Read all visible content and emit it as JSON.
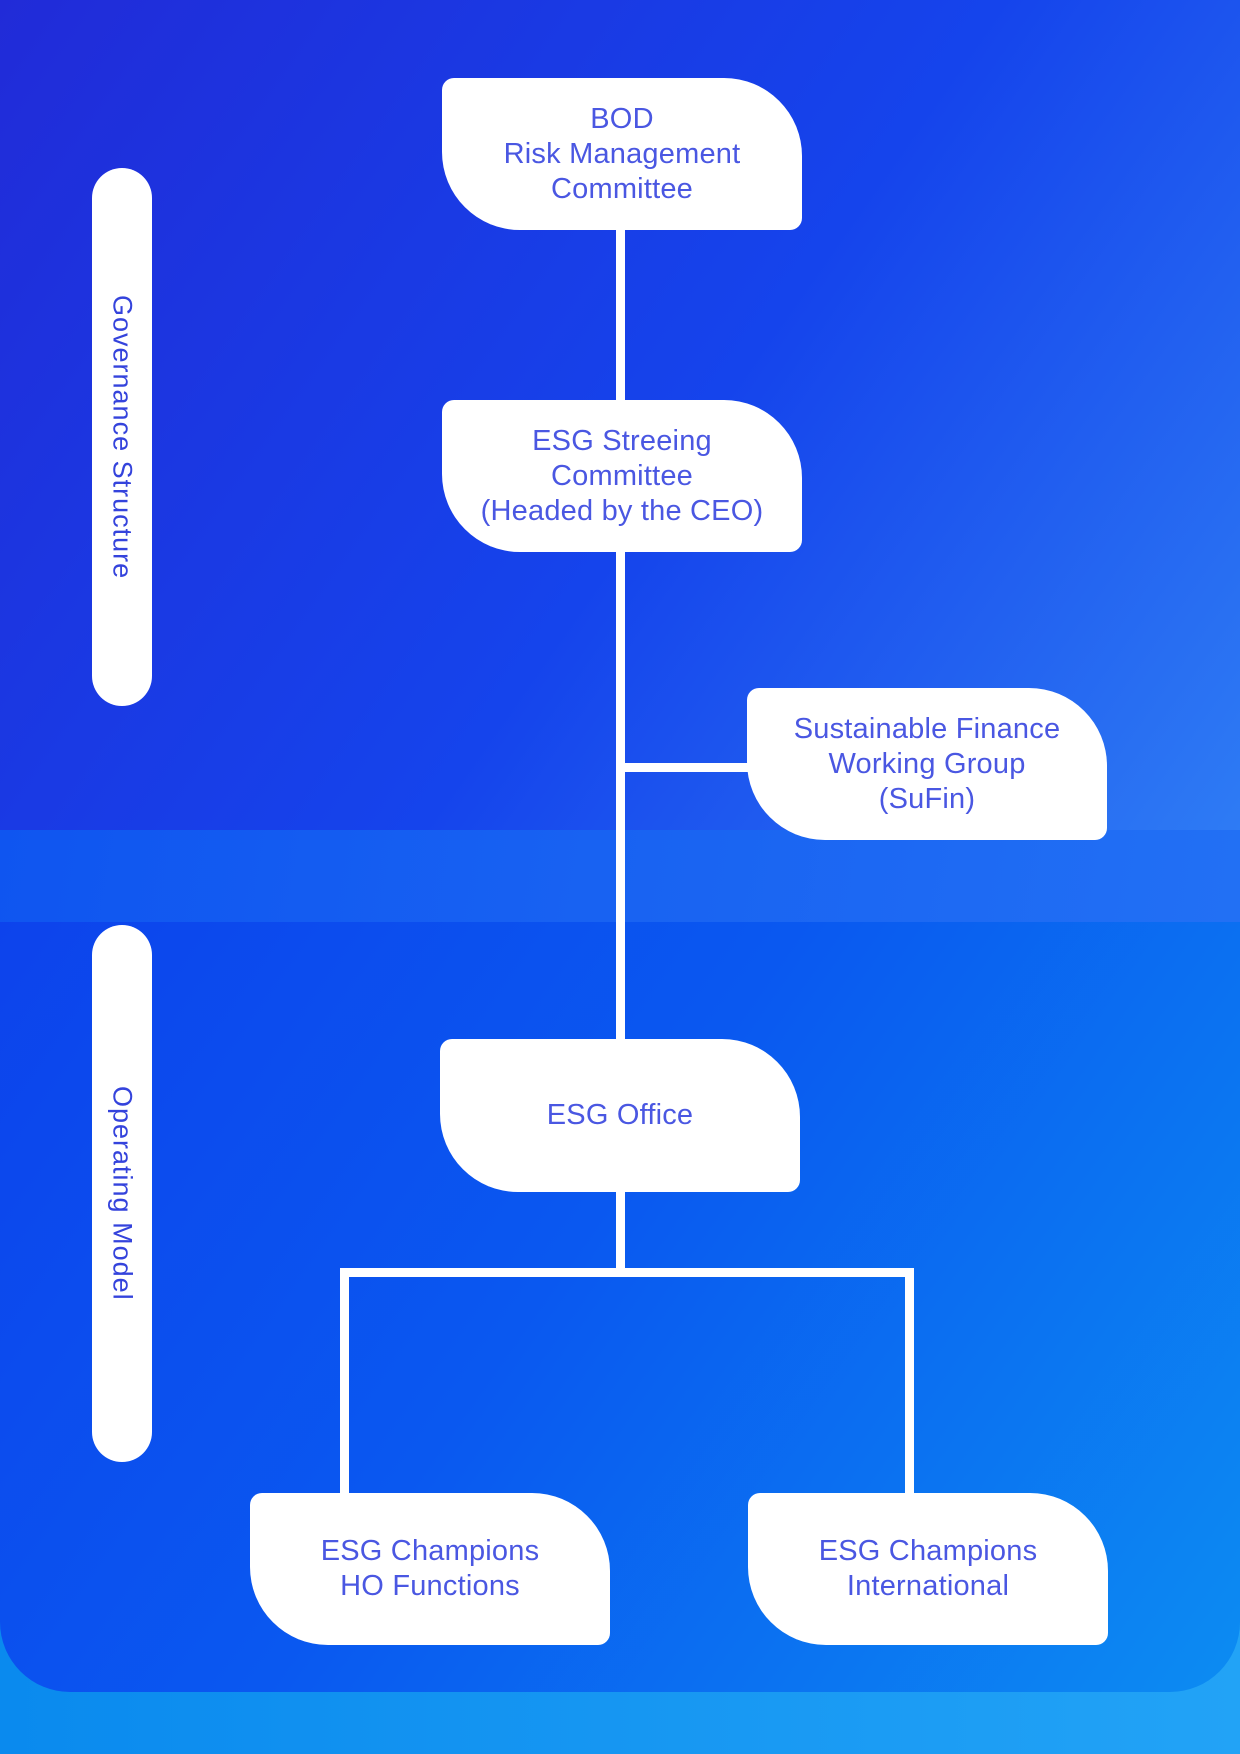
{
  "diagram": {
    "type": "org-chart",
    "edges": [
      [
        "bod",
        "steering"
      ],
      [
        "steering",
        "sufin"
      ],
      [
        "steering",
        "office"
      ],
      [
        "office",
        "champions_ho"
      ],
      [
        "office",
        "champions_intl"
      ]
    ]
  },
  "sections": {
    "governance": {
      "label": "Governance Structure"
    },
    "operating": {
      "label": "Operating Model"
    }
  },
  "nodes": {
    "bod": {
      "line1": "BOD",
      "line2": "Risk Management",
      "line3": "Committee"
    },
    "steering": {
      "line1": "ESG Streeing",
      "line2": "Committee",
      "line3": "(Headed by the CEO)"
    },
    "sufin": {
      "line1": "Sustainable Finance",
      "line2": "Working Group",
      "line3": "(SuFin)"
    },
    "office": {
      "line1": "ESG Office"
    },
    "champions_ho": {
      "line1": "ESG Champions",
      "line2": "HO Functions"
    },
    "champions_intl": {
      "line1": "ESG Champions",
      "line2": "International"
    }
  },
  "colors": {
    "node_background": "#ffffff",
    "node_text": "#4a57e2",
    "section_label_text": "#3443dc",
    "connector": "#ffffff",
    "background_top": "#1544ec",
    "background_mid_band": "#1563f2",
    "background_bottom": "#0a58f0",
    "background_footer_band": "#14a0f5"
  }
}
